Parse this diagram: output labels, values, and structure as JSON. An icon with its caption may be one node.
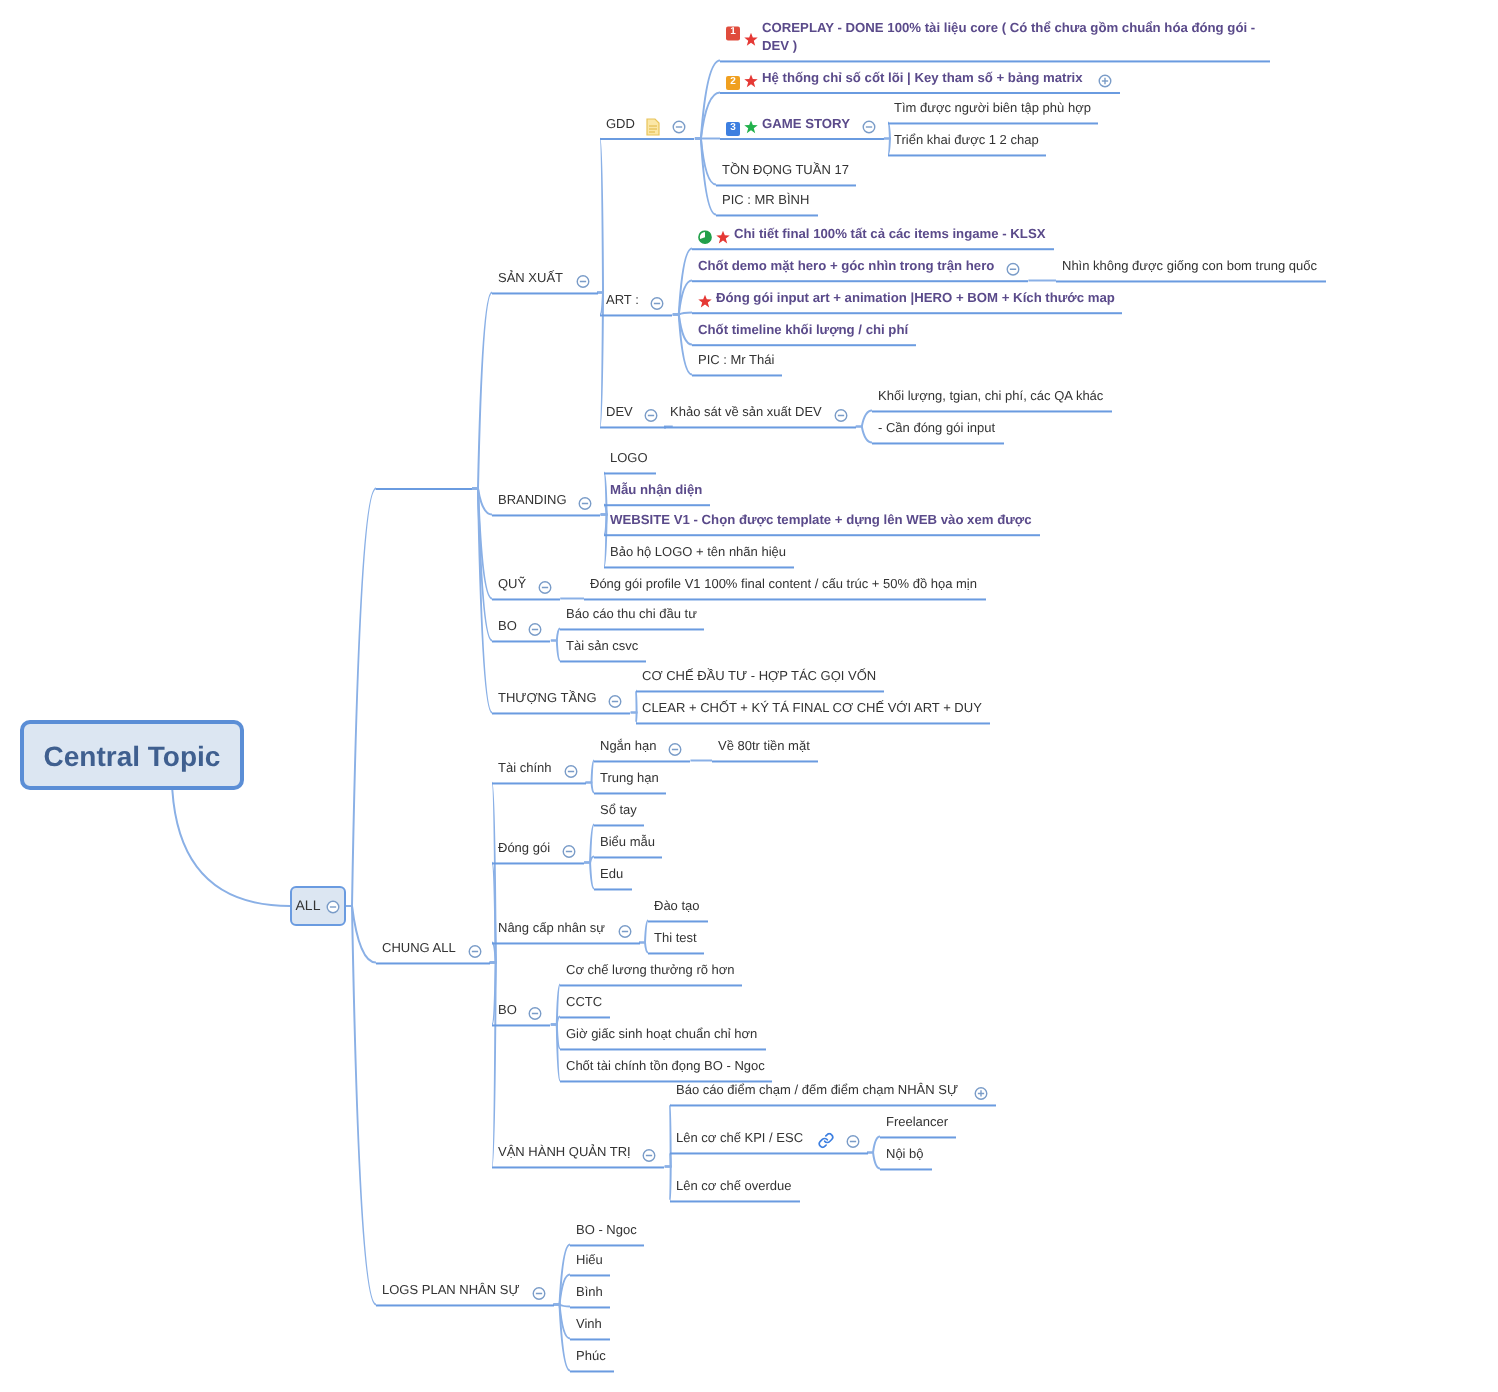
{
  "diagram": {
    "nodes": [
      {
        "text": [
          "Central Topic"
        ]
      },
      {
        "text": [
          "ALL"
        ]
      },
      {
        "text": [],
        "shape": "bar"
      },
      {
        "text": [
          "SẢN XUẤT"
        ]
      },
      {
        "text": [
          "GDD"
        ]
      },
      {
        "text": [
          "COREPLAY - DONE 100% tài liệu core ( Có thể chưa gồm chuẩn hóa đóng gói - DEV )"
        ]
      },
      {
        "text": [
          "Hệ thống chỉ số cốt lõi | Key tham số + bảng matrix"
        ]
      },
      {
        "text": [
          "GAME STORY"
        ]
      },
      {
        "text": [
          "Tìm được người biên tập phù hợp"
        ]
      },
      {
        "text": [
          "Triển khai được 1 2 chap"
        ]
      },
      {
        "text": [
          "TỒN ĐỌNG TUẦN 17"
        ]
      },
      {
        "text": [
          "PIC : MR BÌNH"
        ]
      },
      {
        "text": [
          "ART :"
        ]
      },
      {
        "text": [
          "Chi tiết final 100% tất cả các items ingame - KLSX"
        ]
      },
      {
        "text": [
          "Chốt demo mặt hero + góc nhìn trong trận hero"
        ]
      },
      {
        "text": [
          "Nhìn không được giống con bom trung quốc"
        ]
      },
      {
        "text": [
          "Đóng gói input art + animation |HERO + BOM + Kích thước map"
        ]
      },
      {
        "text": [
          "Chốt timeline khối lượng / chi phí"
        ]
      },
      {
        "text": [
          "PIC : Mr Thái"
        ]
      },
      {
        "text": [
          "DEV"
        ]
      },
      {
        "text": [
          "Khảo sát về sản xuất DEV"
        ]
      },
      {
        "text": [
          "Khối lượng, tgian, chi phí, các QA khác"
        ]
      },
      {
        "text": [
          "- Cần đóng gói input"
        ]
      },
      {
        "text": [
          "BRANDING"
        ]
      },
      {
        "text": [
          "LOGO"
        ]
      },
      {
        "text": [
          "Mẫu nhận diện"
        ]
      },
      {
        "text": [
          "WEBSITE V1 - Chọn được template + dựng lên WEB vào xem được"
        ]
      },
      {
        "text": [
          "Bảo hộ LOGO + tên nhãn hiệu"
        ]
      },
      {
        "text": [
          "QUỸ"
        ]
      },
      {
        "text": [
          "Đóng gói profile V1 100% final content / cấu trúc + 50% đồ họa mịn"
        ]
      },
      {
        "text": [
          "BO"
        ]
      },
      {
        "text": [
          "Báo cáo thu chi đầu tư"
        ]
      },
      {
        "text": [
          "Tài sản csvc"
        ]
      },
      {
        "text": [
          "THƯỢNG TẦNG"
        ]
      },
      {
        "text": [
          "CƠ CHẾ ĐẦU TƯ - HỢP TÁC GỌI VỐN"
        ]
      },
      {
        "text": [
          "CLEAR + CHỐT + KÝ TÁ FINAL CƠ CHẾ VỚI ART + DUY"
        ]
      },
      {
        "text": [
          "CHUNG ALL"
        ]
      },
      {
        "text": [
          "Tài chính"
        ]
      },
      {
        "text": [
          "Ngắn hạn"
        ]
      },
      {
        "text": [
          "Về 80tr tiền mặt"
        ]
      },
      {
        "text": [
          "Trung hạn"
        ]
      },
      {
        "text": [
          "Đóng gói"
        ]
      },
      {
        "text": [
          "Sổ tay"
        ]
      },
      {
        "text": [
          "Biểu mẫu"
        ]
      },
      {
        "text": [
          "Edu"
        ]
      },
      {
        "text": [
          "Nâng cấp nhân sự"
        ]
      },
      {
        "text": [
          "Đào tạo"
        ]
      },
      {
        "text": [
          "Thi test"
        ]
      },
      {
        "text": [
          "BO"
        ]
      },
      {
        "text": [
          "Cơ chế lương thưởng rõ hơn"
        ]
      },
      {
        "text": [
          "CCTC"
        ]
      },
      {
        "text": [
          "Giờ giấc sinh hoạt chuẩn chỉ hơn"
        ]
      },
      {
        "text": [
          "Chốt tài chính tồn đọng BO - Ngoc"
        ]
      },
      {
        "text": [
          "VẬN HÀNH QUẢN TRỊ"
        ]
      },
      {
        "text": [
          "Báo cáo điểm chạm / đếm điểm chạm NHÂN SỰ"
        ]
      },
      {
        "text": [
          "Lên cơ chế KPI / ESC"
        ]
      },
      {
        "text": [
          "Freelancer"
        ]
      },
      {
        "text": [
          "Nội bộ"
        ]
      },
      {
        "text": [
          "Lên cơ chế overdue"
        ]
      },
      {
        "text": [
          "LOGS PLAN NHÂN SỰ"
        ]
      },
      {
        "text": [
          "BO - Ngoc"
        ]
      },
      {
        "text": [
          "Hiếu"
        ]
      },
      {
        "text": [
          "Bình"
        ]
      },
      {
        "text": [
          "Vinh"
        ]
      },
      {
        "text": [
          "Phúc"
        ]
      }
    ],
    "edges": [
      {
        "from": 0,
        "to": 1,
        "arrow": "none"
      },
      {
        "from": 1,
        "to": 2,
        "arrow": "none"
      },
      {
        "from": 2,
        "to": 3,
        "arrow": "none"
      },
      {
        "from": 3,
        "to": 4,
        "arrow": "none"
      },
      {
        "from": 4,
        "to": 5,
        "arrow": "none"
      },
      {
        "from": 4,
        "to": 6,
        "arrow": "none"
      },
      {
        "from": 4,
        "to": 7,
        "arrow": "none"
      },
      {
        "from": 7,
        "to": 8,
        "arrow": "none"
      },
      {
        "from": 7,
        "to": 9,
        "arrow": "none"
      },
      {
        "from": 4,
        "to": 10,
        "arrow": "none"
      },
      {
        "from": 4,
        "to": 11,
        "arrow": "none"
      },
      {
        "from": 3,
        "to": 12,
        "arrow": "none"
      },
      {
        "from": 12,
        "to": 13,
        "arrow": "none"
      },
      {
        "from": 12,
        "to": 14,
        "arrow": "none"
      },
      {
        "from": 14,
        "to": 15,
        "arrow": "none"
      },
      {
        "from": 12,
        "to": 16,
        "arrow": "none"
      },
      {
        "from": 12,
        "to": 17,
        "arrow": "none"
      },
      {
        "from": 12,
        "to": 18,
        "arrow": "none"
      },
      {
        "from": 3,
        "to": 19,
        "arrow": "none"
      },
      {
        "from": 19,
        "to": 20,
        "arrow": "none"
      },
      {
        "from": 20,
        "to": 21,
        "arrow": "none"
      },
      {
        "from": 20,
        "to": 22,
        "arrow": "none"
      },
      {
        "from": 2,
        "to": 23,
        "arrow": "none"
      },
      {
        "from": 23,
        "to": 24,
        "arrow": "none"
      },
      {
        "from": 23,
        "to": 25,
        "arrow": "none"
      },
      {
        "from": 23,
        "to": 26,
        "arrow": "none"
      },
      {
        "from": 23,
        "to": 27,
        "arrow": "none"
      },
      {
        "from": 2,
        "to": 28,
        "arrow": "none"
      },
      {
        "from": 28,
        "to": 29,
        "arrow": "none"
      },
      {
        "from": 2,
        "to": 30,
        "arrow": "none"
      },
      {
        "from": 30,
        "to": 31,
        "arrow": "none"
      },
      {
        "from": 30,
        "to": 32,
        "arrow": "none"
      },
      {
        "from": 2,
        "to": 33,
        "arrow": "none"
      },
      {
        "from": 33,
        "to": 34,
        "arrow": "none"
      },
      {
        "from": 33,
        "to": 35,
        "arrow": "none"
      },
      {
        "from": 1,
        "to": 36,
        "arrow": "none"
      },
      {
        "from": 36,
        "to": 37,
        "arrow": "none"
      },
      {
        "from": 37,
        "to": 38,
        "arrow": "none"
      },
      {
        "from": 38,
        "to": 39,
        "arrow": "none"
      },
      {
        "from": 37,
        "to": 40,
        "arrow": "none"
      },
      {
        "from": 36,
        "to": 41,
        "arrow": "none"
      },
      {
        "from": 41,
        "to": 42,
        "arrow": "none"
      },
      {
        "from": 41,
        "to": 43,
        "arrow": "none"
      },
      {
        "from": 41,
        "to": 44,
        "arrow": "none"
      },
      {
        "from": 36,
        "to": 45,
        "arrow": "none"
      },
      {
        "from": 45,
        "to": 46,
        "arrow": "none"
      },
      {
        "from": 45,
        "to": 47,
        "arrow": "none"
      },
      {
        "from": 36,
        "to": 48,
        "arrow": "none"
      },
      {
        "from": 48,
        "to": 49,
        "arrow": "none"
      },
      {
        "from": 48,
        "to": 50,
        "arrow": "none"
      },
      {
        "from": 48,
        "to": 51,
        "arrow": "none"
      },
      {
        "from": 48,
        "to": 52,
        "arrow": "none"
      },
      {
        "from": 36,
        "to": 53,
        "arrow": "none"
      },
      {
        "from": 53,
        "to": 54,
        "arrow": "none"
      },
      {
        "from": 53,
        "to": 55,
        "arrow": "none"
      },
      {
        "from": 55,
        "to": 56,
        "arrow": "none"
      },
      {
        "from": 55,
        "to": 57,
        "arrow": "none"
      },
      {
        "from": 53,
        "to": 58,
        "arrow": "none"
      },
      {
        "from": 1,
        "to": 59,
        "arrow": "none"
      },
      {
        "from": 59,
        "to": 60,
        "arrow": "none"
      },
      {
        "from": 59,
        "to": 61,
        "arrow": "none"
      },
      {
        "from": 59,
        "to": 62,
        "arrow": "none"
      },
      {
        "from": 59,
        "to": 63,
        "arrow": "none"
      },
      {
        "from": 59,
        "to": 64,
        "arrow": "none"
      }
    ],
    "labels": [
      "1",
      "2",
      "3"
    ]
  }
}
